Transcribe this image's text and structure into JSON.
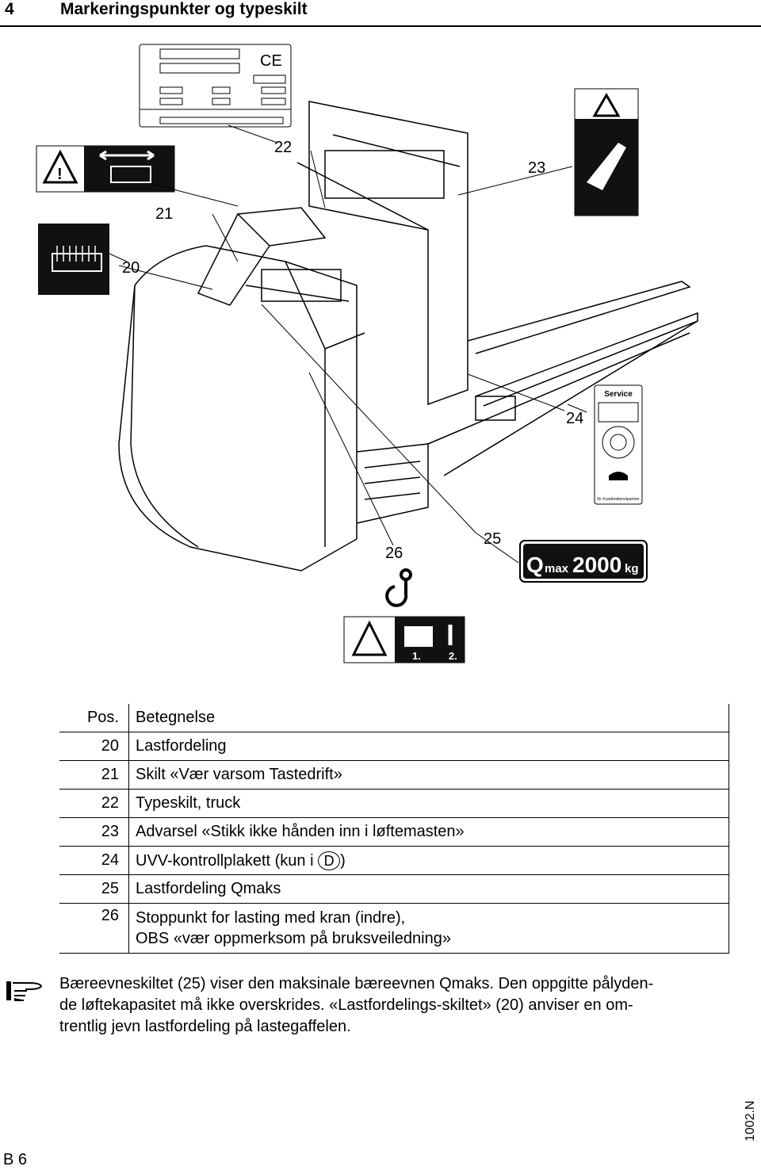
{
  "header": {
    "section_number": "4",
    "title": "Markeringspunkter og typeskilt"
  },
  "callouts": {
    "c20": "20",
    "c21": "21",
    "c22": "22",
    "c23": "23",
    "c24": "24",
    "c25": "25",
    "c26": "26"
  },
  "labels": {
    "service": "Service",
    "service_footer": "Ihr Kundendienstpartner",
    "qmax_q": "Q",
    "qmax_sub": "max",
    "qmax_value": "2000",
    "qmax_unit": "kg",
    "step1": "1.",
    "step2": "2."
  },
  "table": {
    "header": {
      "pos": "Pos.",
      "designation": "Betegnelse"
    },
    "rows": [
      {
        "pos": "20",
        "text": "Lastfordeling"
      },
      {
        "pos": "21",
        "text": "Skilt «Vær varsom Tastedrift»"
      },
      {
        "pos": "22",
        "text": "Typeskilt, truck"
      },
      {
        "pos": "23",
        "text": "Advarsel «Stikk ikke hånden inn i løftemasten»"
      },
      {
        "pos": "24",
        "text_before": "UVV-kontrollplakett (kun i",
        "circled": "D",
        "text_after": ")"
      },
      {
        "pos": "25",
        "text": "Lastfordeling Qmaks"
      },
      {
        "pos": "26",
        "text_line1": "Stoppunkt for lasting med kran (indre),",
        "text_line2": "OBS «vær oppmerksom på bruksveiledning»"
      }
    ]
  },
  "note": {
    "line1": "Bæreevneskiltet (25) viser den maksinale bæreevnen Qmaks. Den oppgitte pålyden-",
    "line2": "de løftekapasitet må ikke overskrides. «Lastfordelings-skiltet» (20) anviser en om-",
    "line3": "trentlig jevn lastfordeling på lastegaffelen."
  },
  "footer": {
    "page": "B 6",
    "code": "1002.N"
  }
}
